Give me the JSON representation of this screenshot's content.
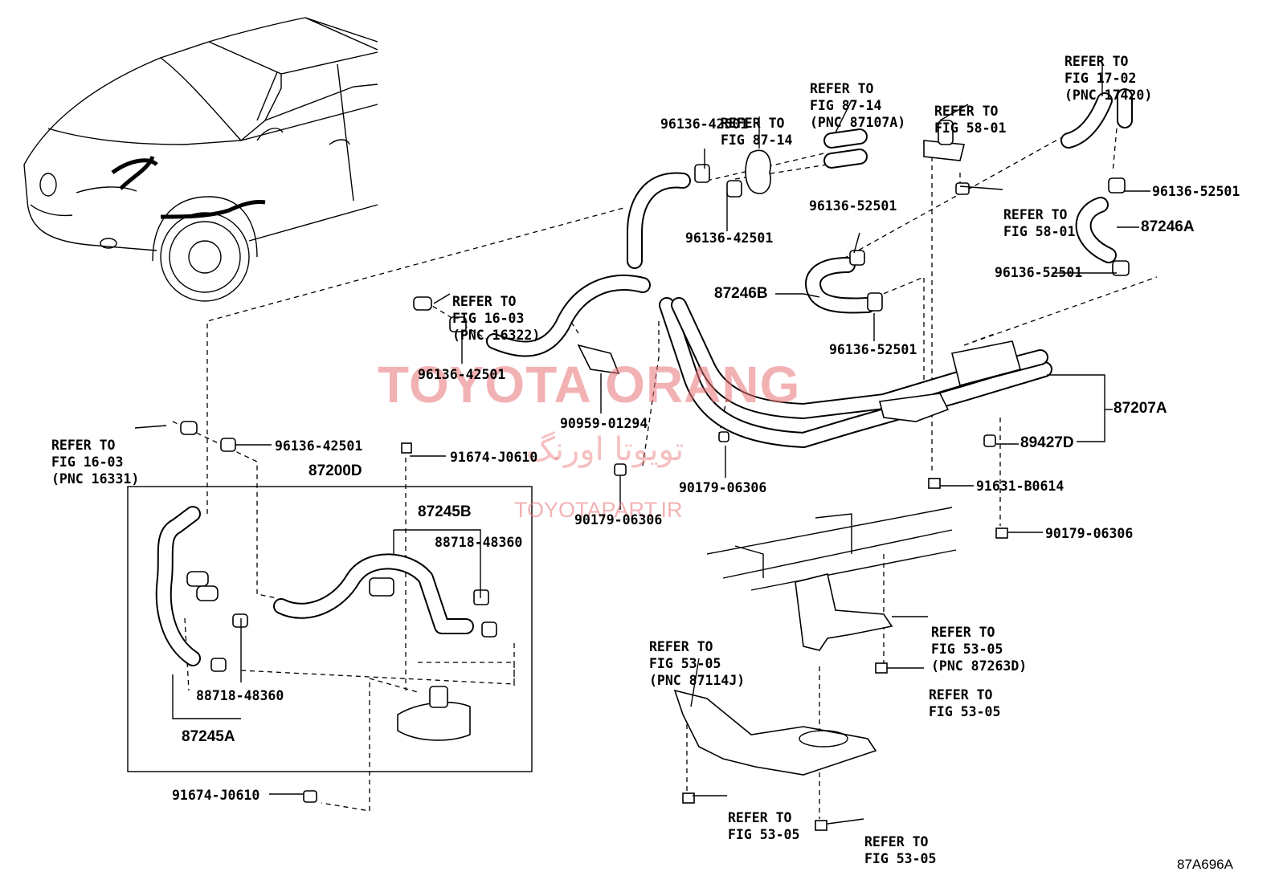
{
  "watermark": {
    "brand": "TOYOTA ORANG",
    "persian": "تویوتا اورنگ",
    "url": "TOYOTAPART.IR"
  },
  "figure_id": "87A696A",
  "refs": {
    "r_17_02": [
      "REFER TO",
      "FIG 17-02",
      "(PNC 17420)"
    ],
    "r_87_14a": [
      "REFER TO",
      "FIG 87-14",
      "(PNC 87107A)"
    ],
    "r_87_14b": [
      "REFER TO",
      "FIG 87-14"
    ],
    "r_58_01a": [
      "REFER TO",
      "FIG 58-01"
    ],
    "r_58_01b": [
      "REFER TO",
      "FIG 58-01"
    ],
    "r_16_03a": [
      "REFER TO",
      "FIG 16-03",
      "(PNC 16322)"
    ],
    "r_16_03b": [
      "REFER TO",
      "FIG 16-03",
      "(PNC 16331)"
    ],
    "r_53_05a": [
      "REFER TO",
      "FIG 53-05",
      "(PNC 87114J)"
    ],
    "r_53_05b": [
      "REFER TO",
      "FIG 53-05",
      "(PNC 87263D)"
    ],
    "r_53_05c": [
      "REFER TO",
      "FIG 53-05"
    ],
    "r_53_05d": [
      "REFER TO",
      "FIG 53-05"
    ],
    "r_53_05e": [
      "REFER TO",
      "FIG 53-05"
    ]
  },
  "parts": {
    "p_96136_42501_a": "96136-42501",
    "p_96136_42501_b": "96136-42501",
    "p_96136_42501_c": "96136-42501",
    "p_96136_42501_d": "96136-42501",
    "p_96136_52501_a": "96136-52501",
    "p_96136_52501_b": "96136-52501",
    "p_96136_52501_c": "96136-52501",
    "p_96136_52501_d": "96136-52501",
    "p_87246A": "87246A",
    "p_87246B": "87246B",
    "p_87207A": "87207A",
    "p_89427D": "89427D",
    "p_90959_01294": "90959-01294",
    "p_91674_J0610_a": "91674-J0610",
    "p_91674_J0610_b": "91674-J0610",
    "p_87200D": "87200D",
    "p_87245B": "87245B",
    "p_87245A": "87245A",
    "p_88718_48360_a": "88718-48360",
    "p_88718_48360_b": "88718-48360",
    "p_90179_06306_a": "90179-06306",
    "p_90179_06306_b": "90179-06306",
    "p_90179_06306_c": "90179-06306",
    "p_91631_B0614": "91631-B0614"
  }
}
